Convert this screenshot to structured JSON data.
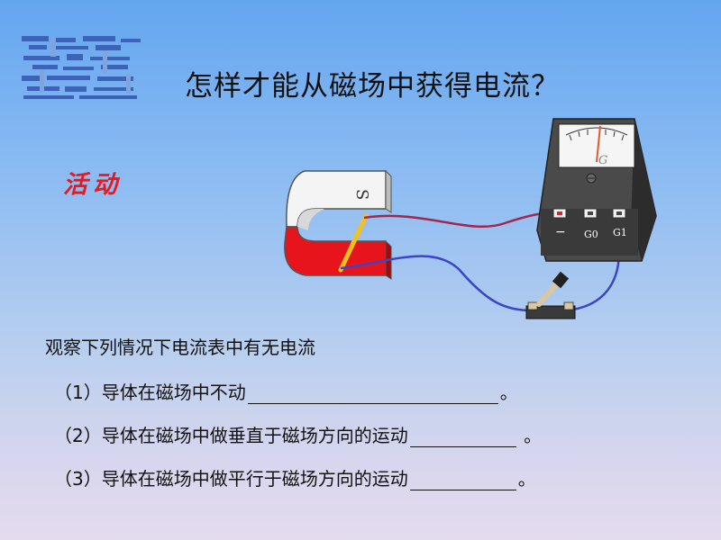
{
  "slide": {
    "title": "怎样才能从磁场中获得电流？",
    "activity_label": "活动",
    "intro": "观察下列情况下电流表中有无电流",
    "items": [
      {
        "label": "（1）导体在磁场中不动",
        "end": "。"
      },
      {
        "label": "（2）导体在磁场中做垂直于磁场方向的运动",
        "end": " 。"
      },
      {
        "label": "（3）导体在磁场中做平行于磁场方向的运动",
        "end": "。"
      }
    ]
  },
  "apparatus": {
    "magnet_pole": "S",
    "meter_symbol": "G",
    "terminal_labels": [
      "G0",
      "G1"
    ],
    "minus_sign": "−"
  },
  "colors": {
    "title_text": "#111111",
    "activity_text": "#e8181c",
    "magnet_red": "#e8141b",
    "magnet_white": "#f2f2f2",
    "wire_red": "#a0284e",
    "wire_blue": "#3a45c8",
    "conductor": "#f2c21a",
    "meter_body": "#4a4a4a"
  },
  "icons": {
    "logo": "decorative-striped-logo-icon",
    "magnet": "horseshoe-magnet-icon",
    "galvanometer": "galvanometer-icon",
    "switch": "knife-switch-icon"
  }
}
